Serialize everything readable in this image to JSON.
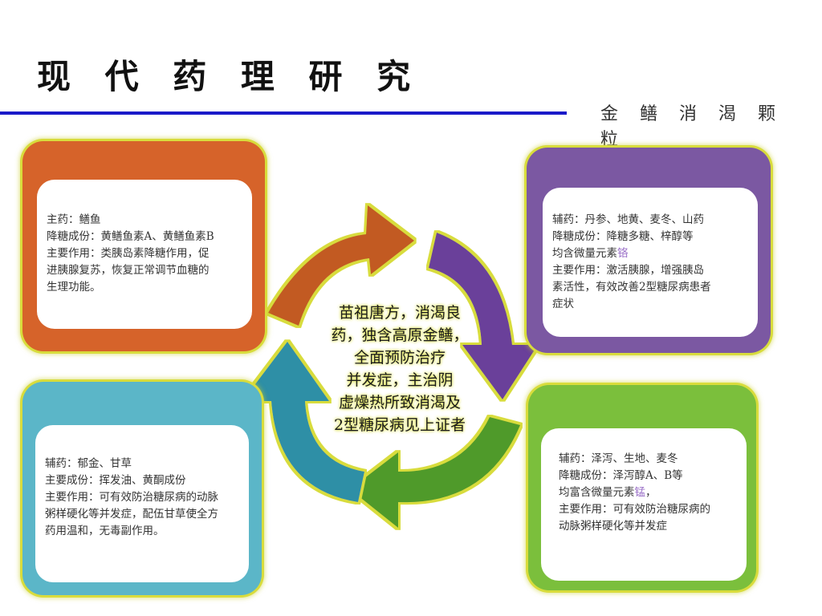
{
  "header": {
    "title": "现 代 药 理 研 究",
    "subtitle": "金 鳝 消 渴 颗 粒"
  },
  "colors": {
    "accent_rule": "#1a1ac8",
    "card_orange": "#d6632a",
    "card_purple": "#7b58a2",
    "card_teal": "#5bb6c8",
    "card_green": "#7bbf3c",
    "glow": "#d8dc3c"
  },
  "center": {
    "lines": [
      "苗祖唐方，消渴良",
      "药，独含高原金鳝，",
      "全面预防治疗",
      "并发症，主治阴",
      "虚燥热所致消渴及",
      "2型糖尿病见上证者"
    ]
  },
  "cards": {
    "top_left": {
      "lines": [
        "主药：鳝鱼",
        "降糖成份：黄鳝鱼素A、黄鳝鱼素B",
        "主要作用：类胰岛素降糖作用，促",
        "进胰腺复苏，恢复正常调节血糖的",
        "生理功能。"
      ]
    },
    "top_right": {
      "line1": "辅药：丹参、地黄、麦冬、山药",
      "line2": "降糖成份：降糖多糖、梓醇等",
      "line3_text": "均含微量元素",
      "line3_hl": "铬",
      "line4": "主要作用：激活胰腺，增强胰岛",
      "line5": "素活性，有效改善2型糖尿病患者",
      "line6": "症状"
    },
    "bottom_left": {
      "lines": [
        "辅药：郁金、甘草",
        "主要成份：挥发油、黄酮成份",
        "主要作用：可有效防治糖尿病的动脉",
        "粥样硬化等并发症，配伍甘草使全方",
        "药用温和，无毒副作用。"
      ]
    },
    "bottom_right": {
      "line1": "辅药：泽泻、生地、麦冬",
      "line2": "降糖成份：泽泻醇A、B等",
      "line3_text": "均富含微量元素",
      "line3_hl": "锰",
      "line3_tail": "，",
      "line4": "主要作用：可有效防治糖尿病的",
      "line5": "动脉粥样硬化等并发症"
    }
  }
}
